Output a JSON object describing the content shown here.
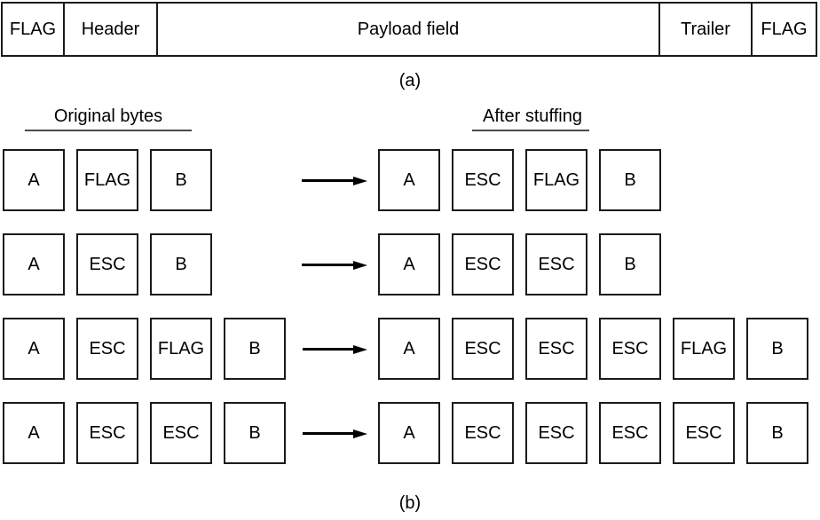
{
  "figure": {
    "panel_a": {
      "caption": "(a)",
      "frame_cells": [
        {
          "label": "FLAG"
        },
        {
          "label": "Header"
        },
        {
          "label": "Payload field"
        },
        {
          "label": "Trailer"
        },
        {
          "label": "FLAG"
        }
      ]
    },
    "panel_b": {
      "caption": "(b)",
      "headings": {
        "left": "Original bytes",
        "right": "After stuffing"
      },
      "arrow_icon": "right-arrow-icon",
      "rows": [
        {
          "original": [
            "A",
            "FLAG",
            "B"
          ],
          "stuffed": [
            "A",
            "ESC",
            "FLAG",
            "B"
          ]
        },
        {
          "original": [
            "A",
            "ESC",
            "B"
          ],
          "stuffed": [
            "A",
            "ESC",
            "ESC",
            "B"
          ]
        },
        {
          "original": [
            "A",
            "ESC",
            "FLAG",
            "B"
          ],
          "stuffed": [
            "A",
            "ESC",
            "ESC",
            "ESC",
            "FLAG",
            "B"
          ]
        },
        {
          "original": [
            "A",
            "ESC",
            "ESC",
            "B"
          ],
          "stuffed": [
            "A",
            "ESC",
            "ESC",
            "ESC",
            "ESC",
            "B"
          ]
        }
      ]
    },
    "colors": {
      "stroke": "#1a1a1a",
      "rule": "#4a4a4a",
      "background": "#ffffff",
      "text": "#000000"
    }
  }
}
